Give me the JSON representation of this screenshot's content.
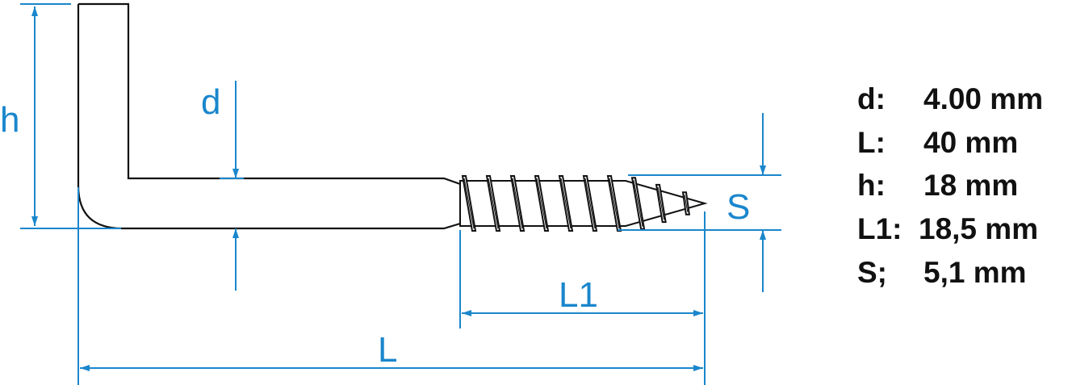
{
  "colors": {
    "dimension": "#1a86cc",
    "outline": "#111111"
  },
  "dimension_labels": {
    "h": "h",
    "d": "d",
    "S": "S",
    "L1": "L1",
    "L": "L"
  },
  "specs": [
    {
      "key": "d:",
      "value": "4.00 mm"
    },
    {
      "key": "L:",
      "value": "40 mm"
    },
    {
      "key": "h:",
      "value": "18 mm"
    },
    {
      "key": "L1:",
      "value": "18,5 mm"
    },
    {
      "key": "S;",
      "value": "5,1 mm"
    }
  ]
}
